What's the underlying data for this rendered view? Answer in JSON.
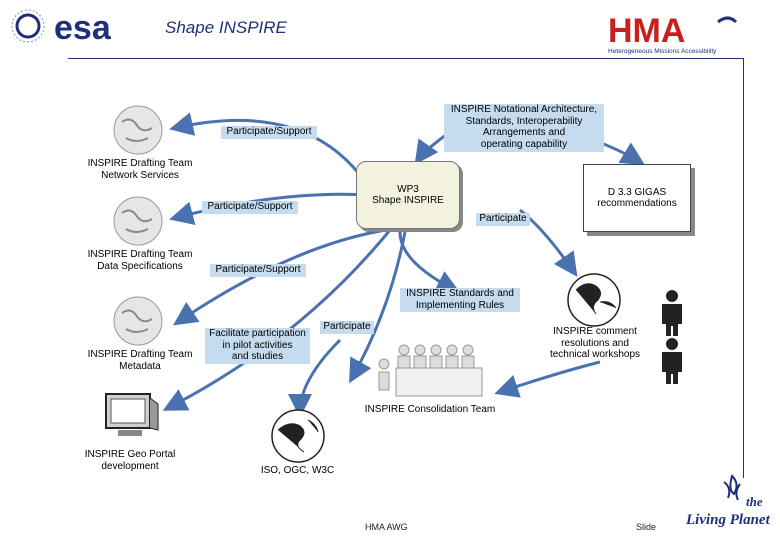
{
  "header": {
    "esa_logo_text": "esa",
    "title": "Shape INSPIRE",
    "hma_logo_text": "HMA",
    "hma_subtitle": "Heterogeneous Missions Accessibility"
  },
  "nodes": {
    "network_services": "INSPIRE Drafting Team\nNetwork Services",
    "data_specifications": "INSPIRE Drafting Team\nData Specifications",
    "metadata": "INSPIRE Drafting Team\nMetadata",
    "geoportal": "INSPIRE Geo Portal\ndevelopment",
    "notational_architecture": "INSPIRE Notational Architecture,\nStandards, Interoperability\nArrangements and\noperating capability",
    "wp3": "WP3\nShape INSPIRE",
    "gigas": "D 3.3 GIGAS\nrecommendations",
    "standards": "INSPIRE Standards and\nImplementing Rules",
    "pilot": "Facilitate participation\nin pilot activities\nand studies",
    "comment_resolutions": "INSPIRE comment\nresolutions and\ntechnical workshops",
    "consolidation": "INSPIRE Consolidation Team",
    "iso": "ISO, OGC, W3C"
  },
  "edges": {
    "participate_support_1": "Participate/Support",
    "participate_support_2": "Participate/Support",
    "participate_support_3": "Participate/Support",
    "participate_1": "Participate",
    "participate_2": "Participate"
  },
  "footer": {
    "center": "HMA AWG",
    "right": "Slide",
    "brand_the": "the",
    "brand_living": "Living Planet"
  },
  "colors": {
    "arrow": "#4a72b0",
    "esa_blue": "#1f2f7a",
    "hma_red": "#c8201e",
    "box_blue": "#c5dcee",
    "wp3_fill": "#f2f2de"
  }
}
